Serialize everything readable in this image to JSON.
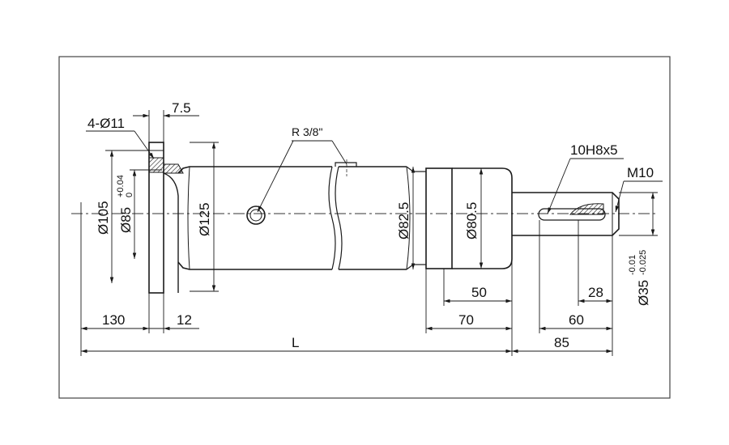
{
  "drawing": {
    "labels": {
      "bolt_holes": "4-Ø11",
      "flange_thickness": "7.5",
      "flange_diameter": "Ø105",
      "pilot_diameter": "Ø85",
      "pilot_tol_upper": "+0.04",
      "pilot_tol_lower": "0",
      "body_diameter": "Ø125",
      "port": "R 3/8\"",
      "rod_diameter": "Ø82.5",
      "collar_diameter": "Ø80.5",
      "keyway": "10H8x5",
      "thread": "M10",
      "shaft_diameter": "Ø35",
      "shaft_tol_upper": "-0.01",
      "shaft_tol_lower": "-0.025",
      "dim_130": "130",
      "dim_12": "12",
      "dim_L": "L",
      "dim_50": "50",
      "dim_70": "70",
      "dim_28": "28",
      "dim_60": "60",
      "dim_85": "85"
    }
  }
}
